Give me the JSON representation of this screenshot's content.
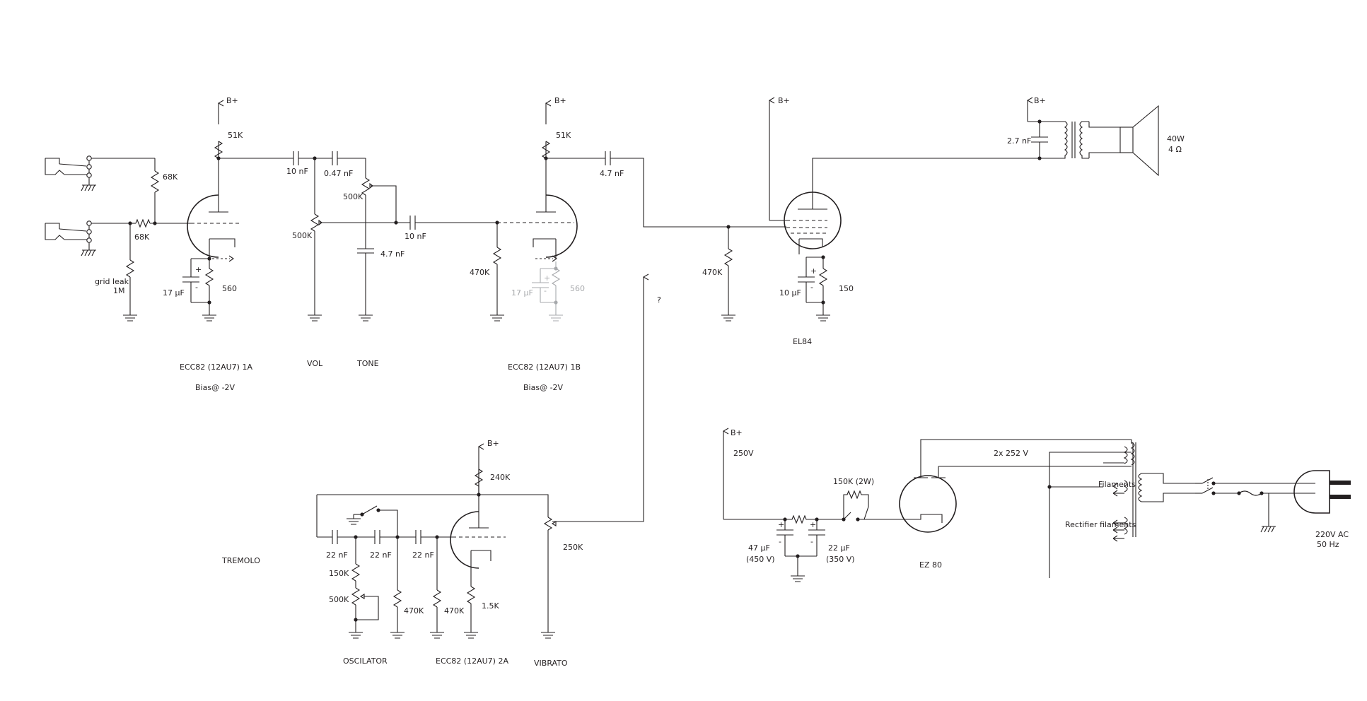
{
  "labels": {
    "bplus": "B+",
    "r_51k": "51K",
    "r_68k": "68K",
    "grid_leak": "grid leak",
    "r_1m": "1M",
    "c_17uf": "17 µF",
    "r_560": "560",
    "c_10nf": "10 nF",
    "c_047nf": "0.47 nF",
    "r_500k": "500K",
    "c_47nf": "4.7 nF",
    "r_470k": "470K",
    "c_10uf": "10 µF",
    "r_150": "150",
    "c_27nf": "2.7 nF",
    "speaker_power": "40W",
    "speaker_impedance": "4 Ω",
    "question": "?",
    "ecc82_1a": "ECC82 (12AU7) 1A",
    "ecc82_1b": "ECC82 (12AU7) 1B",
    "bias": "Bias@ -2V",
    "vol": "VOL",
    "tone": "TONE",
    "el84": "EL84",
    "tremolo": "TREMOLO",
    "r_240k": "240K",
    "r_250k": "250K",
    "c_22nf": "22 nF",
    "r_150k": "150K",
    "r_15k": "1.5K",
    "oscilator": "OSCILATOR",
    "ecc82_2a": "ECC82 (12AU7) 2A",
    "vibrato": "VIBRATO",
    "v250": "250V",
    "r_150k_2w": "150K (2W)",
    "c_47uf": "47 µF",
    "c_47uf_v": "(450 V)",
    "c_22uf": "22 µF",
    "c_22uf_v": "(350 V)",
    "ez80": "EZ 80",
    "v2x252": "2x 252 V",
    "filaments": "Filaments",
    "rectifier_filaments": "Rectifier filaments",
    "mains_voltage": "220V AC",
    "mains_freq": "50 Hz"
  },
  "colors": {
    "ink": "#231f20",
    "faded": "#a7a9ac",
    "background": "#ffffff"
  }
}
